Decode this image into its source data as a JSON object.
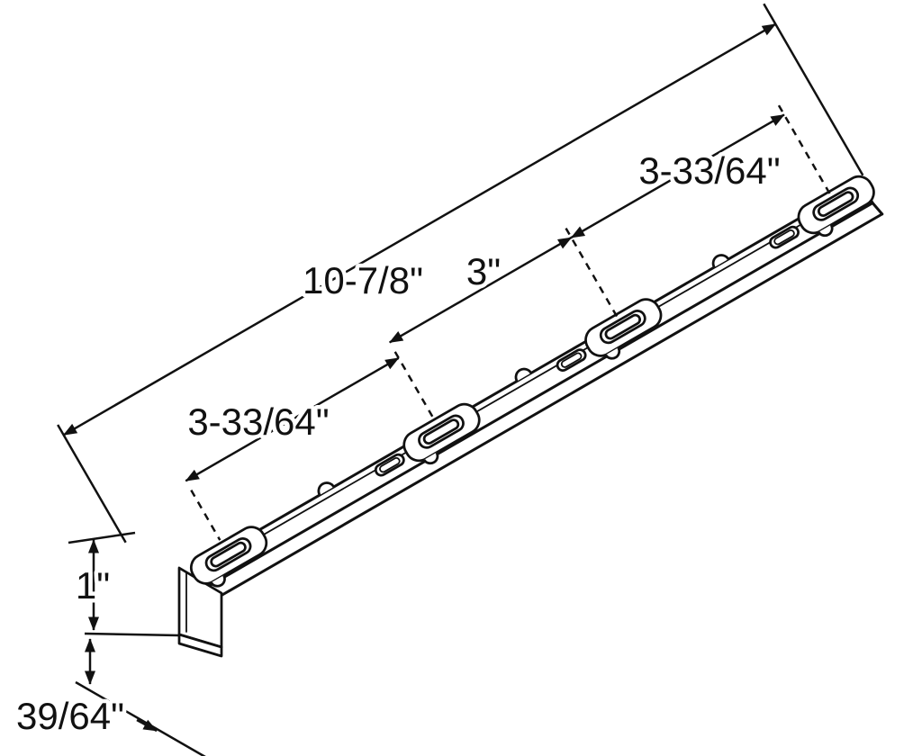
{
  "canvas": {
    "background": "#ffffff",
    "line_color": "#111111"
  },
  "labels": {
    "overall_length": "10-7/8\"",
    "spacing_upper": "3-33/64\"",
    "spacing_middle": "3\"",
    "spacing_lower": "3-33/64\"",
    "end_height": "1\"",
    "end_offset": "39/64\""
  }
}
